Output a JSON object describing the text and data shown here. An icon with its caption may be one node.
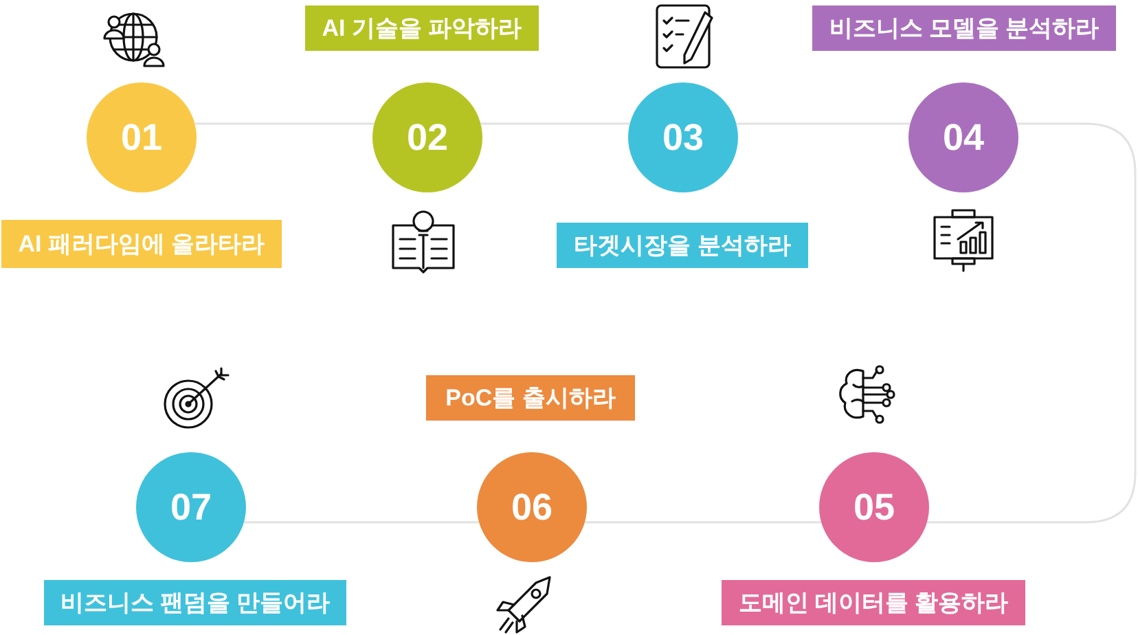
{
  "diagram": {
    "nodes": [
      {
        "text": [
          "01"
        ]
      },
      {
        "text": [
          "02"
        ]
      },
      {
        "text": [
          "03"
        ]
      },
      {
        "text": [
          "04"
        ]
      },
      {
        "text": [
          "05"
        ]
      },
      {
        "text": [
          "06"
        ]
      },
      {
        "text": [
          "07"
        ]
      },
      {
        "text": [
          "AI 패러다임에 올라타라"
        ]
      },
      {
        "text": [
          "AI 기술을 파악하라"
        ]
      },
      {
        "text": [
          "타겟시장을 분석하라"
        ]
      },
      {
        "text": [
          "비즈니스 모델을 분석하라"
        ]
      },
      {
        "text": [
          "도메인 데이터를 활용하라"
        ]
      },
      {
        "text": [
          "PoC를 출시하라"
        ]
      },
      {
        "text": [
          "비즈니스 팬덤을 만들어라"
        ]
      }
    ],
    "edges": [
      {
        "from": 0,
        "to": 1,
        "arrow": "none"
      },
      {
        "from": 1,
        "to": 2,
        "arrow": "none"
      },
      {
        "from": 2,
        "to": 3,
        "arrow": "none"
      },
      {
        "from": 3,
        "to": 4,
        "arrow": "none"
      },
      {
        "from": 4,
        "to": 5,
        "arrow": "none"
      },
      {
        "from": 5,
        "to": 6,
        "arrow": "none"
      }
    ]
  }
}
